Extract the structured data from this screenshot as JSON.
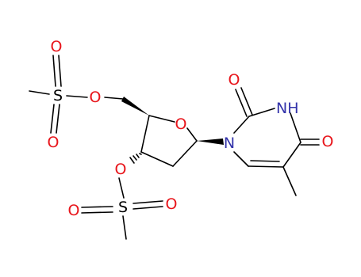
{
  "structure": {
    "atoms": {
      "o_ring": {
        "symbol": "O",
        "color": "#e8151b"
      },
      "o_c2": {
        "symbol": "O",
        "color": "#e8151b"
      },
      "nh": {
        "symbol": "NH",
        "color": "#3333aa"
      },
      "o_c4": {
        "symbol": "O",
        "color": "#e8151b"
      },
      "n1": {
        "symbol": "N",
        "color": "#3333aa"
      },
      "o_link_5": {
        "symbol": "O",
        "color": "#e8151b"
      },
      "s_5": {
        "symbol": "S",
        "color": "#000000"
      },
      "o_s5_up": {
        "symbol": "O",
        "color": "#e8151b"
      },
      "o_s5_down": {
        "symbol": "O",
        "color": "#e8151b"
      },
      "o_link_3": {
        "symbol": "O",
        "color": "#e8151b"
      },
      "s_3": {
        "symbol": "S",
        "color": "#000000"
      },
      "o_s3_left": {
        "symbol": "O",
        "color": "#e8151b"
      },
      "o_s3_right": {
        "symbol": "O",
        "color": "#e8151b"
      }
    }
  }
}
